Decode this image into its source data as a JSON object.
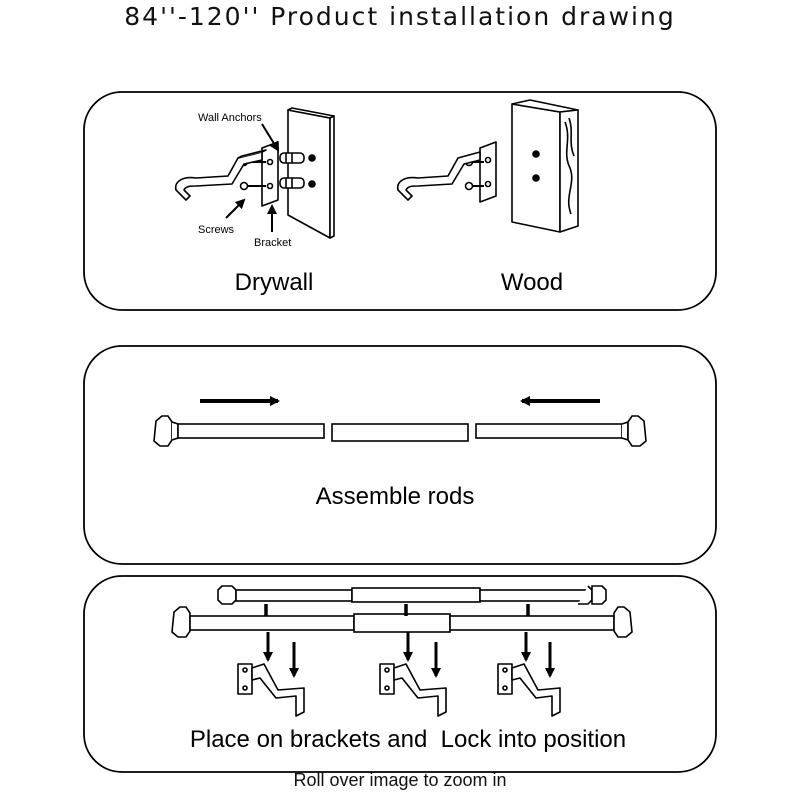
{
  "title": "84''-120'' Product installation drawing",
  "panels": {
    "mounting": {
      "labels": {
        "wall_anchors": "Wall Anchors",
        "screws": "Screws",
        "bracket": "Bracket"
      },
      "captions": {
        "drywall": "Drywall",
        "wood": "Wood"
      }
    },
    "assemble": {
      "caption": "Assemble rods"
    },
    "place": {
      "caption": "Place on brackets and  Lock into position"
    }
  },
  "footer": "Roll over image to zoom in",
  "colors": {
    "line": "#000000",
    "background": "#ffffff"
  }
}
